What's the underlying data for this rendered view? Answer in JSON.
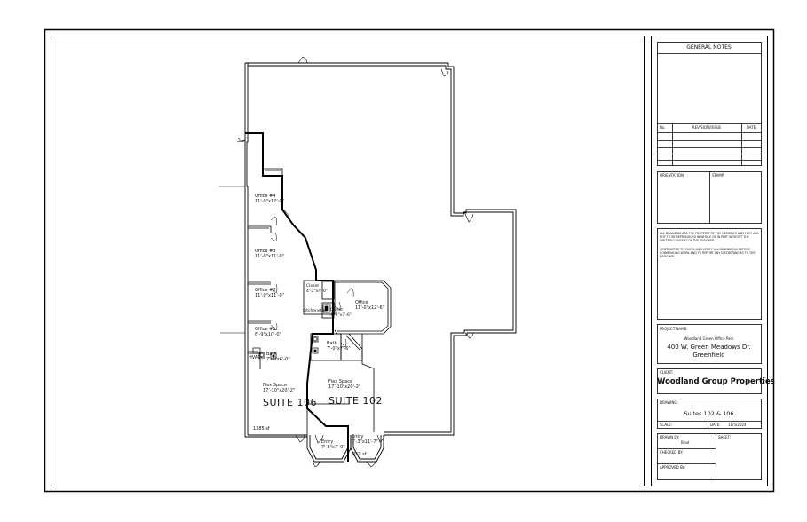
{
  "title_block": {
    "general_notes_header": "GENERAL NOTES",
    "revision_columns": [
      "No.",
      "REVISION/ISSUE",
      "DATE"
    ],
    "orientation_label": "ORIENTATION",
    "stamp_label": "STAMP",
    "disclaimer_1": "ALL DRAWINGS ARE THE PROPERTY OF THE DESIGNER AND THEY ARE NOT TO BE REPRODUCED IN WHOLE OR IN PART WITHOUT THE WRITTEN CONSENT OF THE DESIGNER.",
    "disclaimer_2": "CONTRACTOR TO CHECK AND VERIFY ALL DIMENSIONS BEFORE COMMENCING WORK AND TO REPORT ANY DISCREPANCIES TO THE DESIGNER.",
    "project_name_label": "PROJECT NAME:",
    "project_subtitle": "Woodland Green Office Park",
    "project_address_line1": "400 W. Green Meadows Dr.",
    "project_address_line2": "Greenfield",
    "client_label": "CLIENT:",
    "client_name": "Woodland Group Properties",
    "drawing_label": "DRAWING:",
    "drawing_name": "Suites 102 & 106",
    "scale_label": "SCALE:",
    "date_label": "DATE:",
    "date_value": "11/5/2024",
    "drawn_by_label": "DRAWN BY:",
    "drawn_by_value": "Brad",
    "sheet_label": "SHEET:",
    "checked_by_label": "CHECKED BY:",
    "approved_by_label": "APPROVED BY:"
  },
  "plan": {
    "rooms": [
      {
        "name": "Office #4",
        "dims": "11'-0\"x12'-0\""
      },
      {
        "name": "Office #3",
        "dims": "11'-0\"x11'-0\""
      },
      {
        "name": "Office #2",
        "dims": "11'-0\"x11'-0\""
      },
      {
        "name": "Office #1",
        "dims": "8'-9\"x10'-0\""
      },
      {
        "name": "Closet",
        "dims": "4'-2\"x4'-0\""
      },
      {
        "name": "Closet",
        "dims": "4'-4\"x3'-6\""
      },
      {
        "name": "Kitchenette",
        "dims": ""
      },
      {
        "name": "Office",
        "dims": "11'-0\"x12'-6\""
      },
      {
        "name": "Bath",
        "dims": "7'-0\"x7'-6\""
      },
      {
        "name": "HVAC",
        "dims": ""
      },
      {
        "name": "Bath",
        "dims": "7'-0\"x6'-0\""
      },
      {
        "name": "Flex Space",
        "dims": "17'-10\"x20'-2\""
      },
      {
        "name": "Flex Space",
        "dims": "17'-10\"x20'-2\""
      },
      {
        "name": "Entry",
        "dims": "7'-3\"x7'-0\""
      },
      {
        "name": "Entry",
        "dims": "7'-3\"x11'-7\""
      }
    ],
    "suites": [
      "SUITE 106",
      "SUITE 102"
    ],
    "areas": [
      "1385 sf",
      "850 sf"
    ]
  }
}
